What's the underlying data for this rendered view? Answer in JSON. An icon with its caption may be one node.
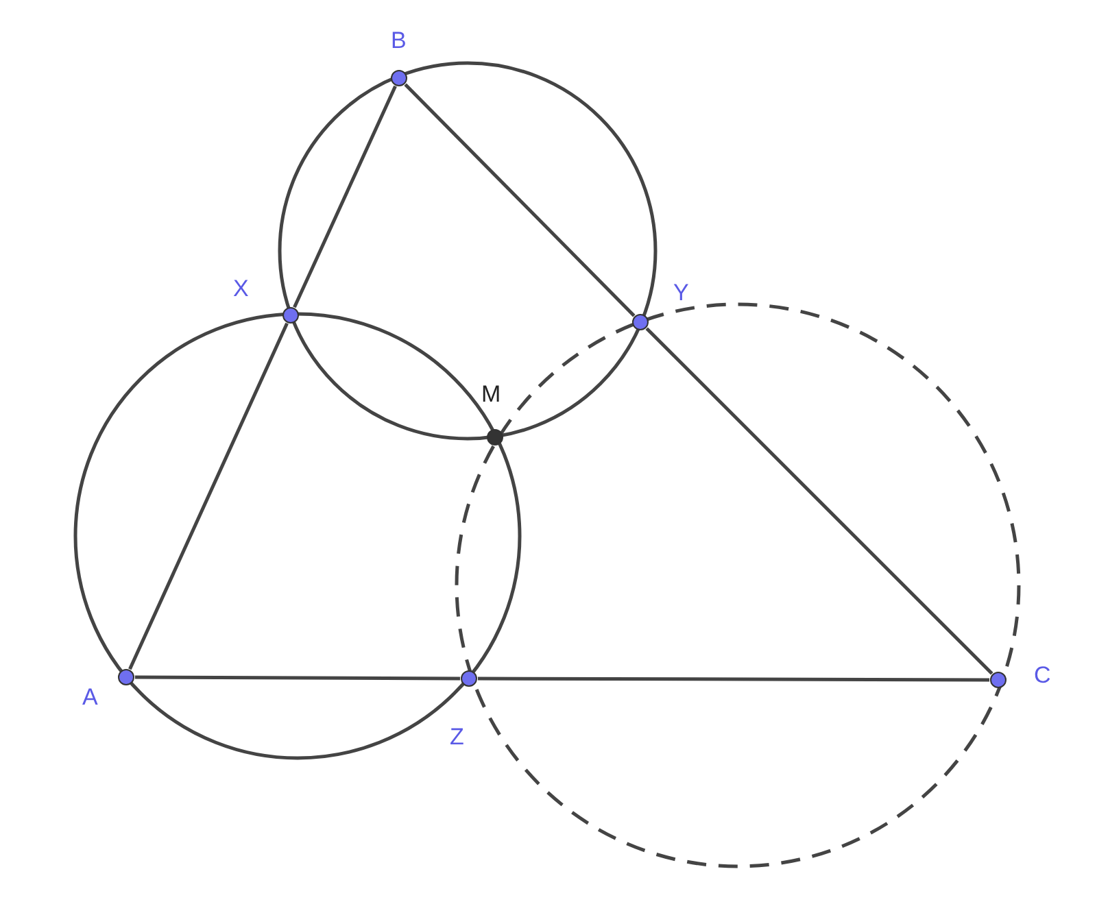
{
  "diagram": {
    "nodes": [
      {
        "text": [],
        "shape": "circle",
        "beside": [
          "B"
        ]
      },
      {
        "text": [],
        "shape": "circle",
        "beside": [
          "X"
        ]
      },
      {
        "text": [],
        "shape": "circle",
        "beside": [
          "Y"
        ]
      },
      {
        "text": [],
        "shape": "circle",
        "beside": [
          "M"
        ]
      },
      {
        "text": [],
        "shape": "circle",
        "beside": [
          "A"
        ]
      },
      {
        "text": [],
        "shape": "circle",
        "beside": [
          "Z"
        ]
      },
      {
        "text": [],
        "shape": "circle",
        "beside": [
          "C"
        ]
      }
    ],
    "edges": [
      {
        "from": 4,
        "to": 1,
        "arrow": "none"
      },
      {
        "from": 1,
        "to": 0,
        "arrow": "none"
      },
      {
        "from": 0,
        "to": 2,
        "arrow": "none"
      },
      {
        "from": 2,
        "to": 6,
        "arrow": "none"
      },
      {
        "from": 4,
        "to": 5,
        "arrow": "none"
      },
      {
        "from": 5,
        "to": 6,
        "arrow": "none"
      }
    ]
  }
}
